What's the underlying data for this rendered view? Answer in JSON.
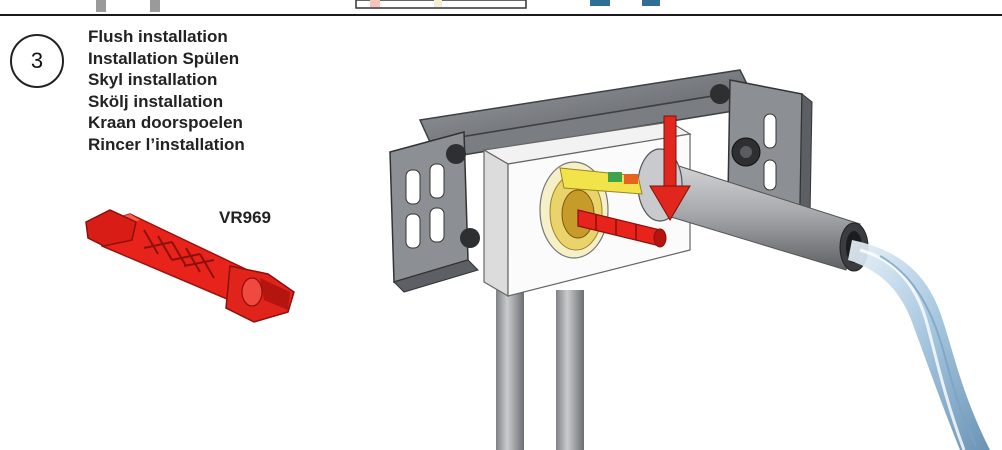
{
  "step": {
    "number": "3",
    "instructions": [
      "Flush installation",
      "Installation Spülen",
      "Skyl installation",
      "Skölj installation",
      "Kraan doorspoelen",
      "Rincer l’installation"
    ]
  },
  "part": {
    "code": "VR969",
    "color": "#e8231c"
  },
  "illustration": {
    "subject": "concealed-valve-mounting-bracket-with-flushing-plug",
    "arrow_color": "#e0261d",
    "water_color": "#b7d3e8"
  }
}
